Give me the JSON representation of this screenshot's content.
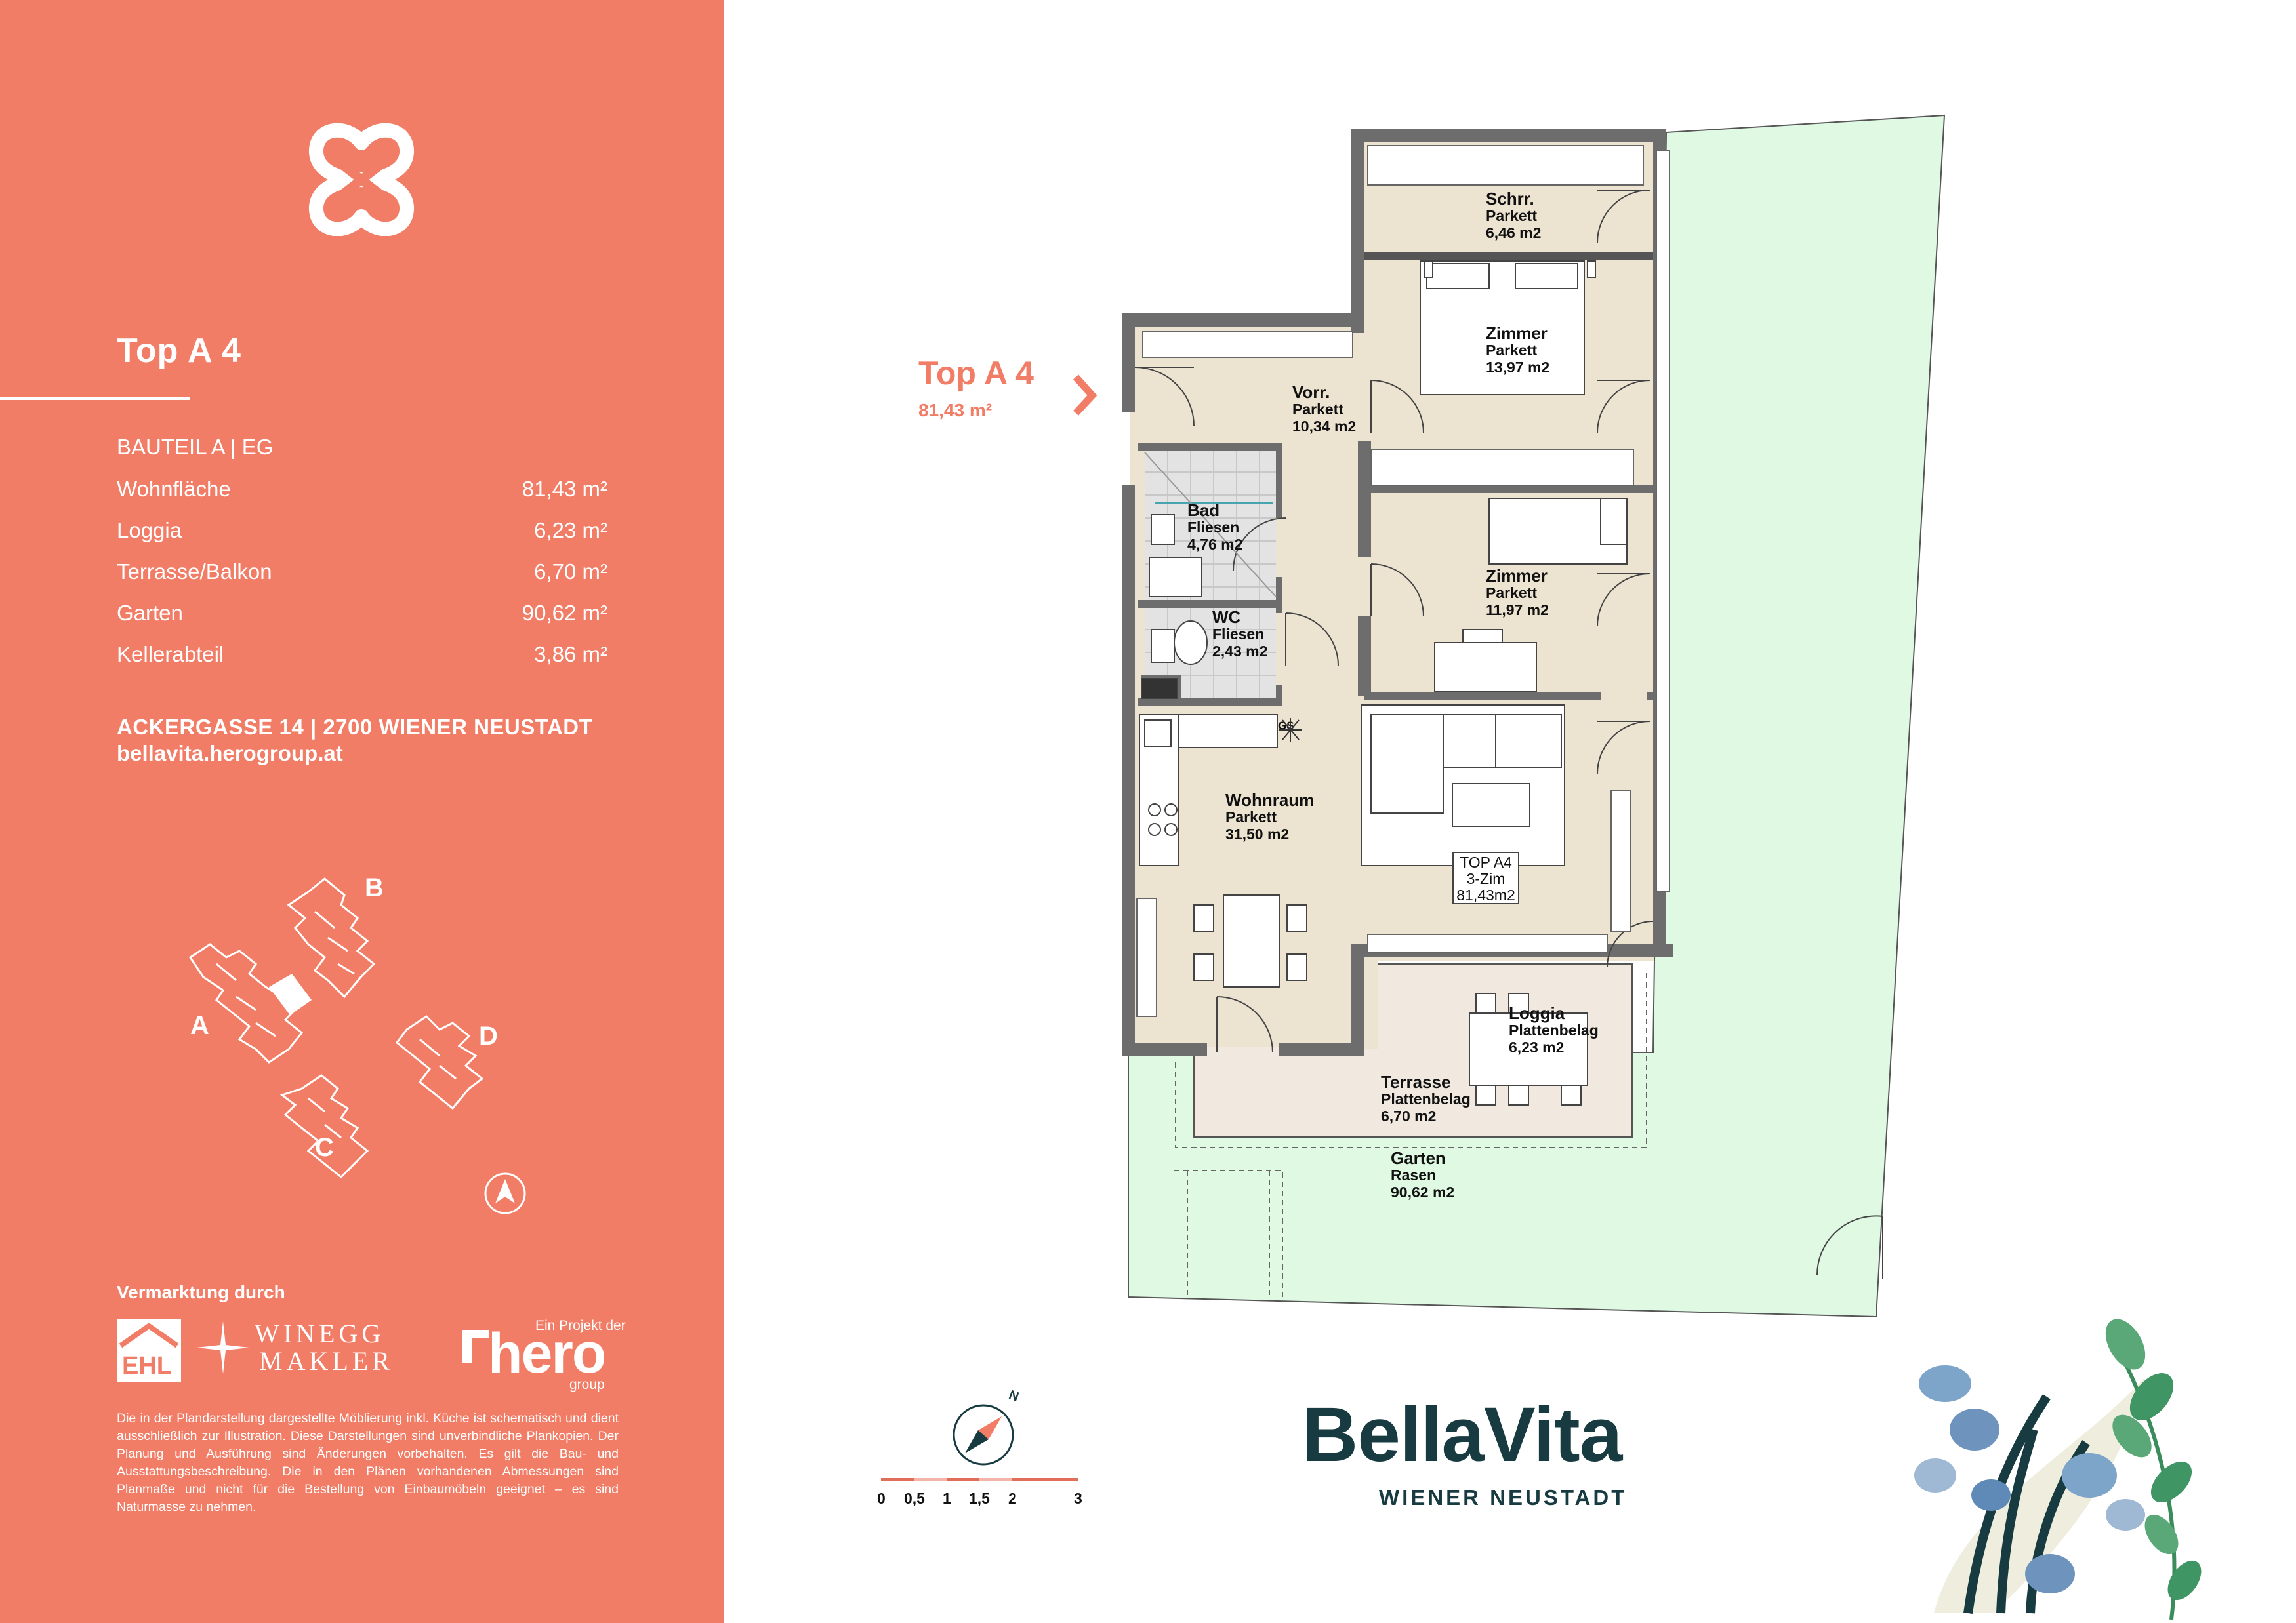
{
  "unit": {
    "title": "Top A 4",
    "bauteil": "BAUTEIL A  |  EG",
    "areas": [
      {
        "label": "Wohnfläche",
        "value": "81,43 m²"
      },
      {
        "label": "Loggia",
        "value": "6,23 m²"
      },
      {
        "label": "Terrasse/Balkon",
        "value": "6,70 m²"
      },
      {
        "label": "Garten",
        "value": "90,62 m²"
      },
      {
        "label": "Kellerabteil",
        "value": "3,86 m²"
      }
    ],
    "address": "ACKERGASSE 14  |  2700 WIENER NEUSTADT",
    "website": "bellavita.herogroup.at"
  },
  "site_plan": {
    "buildings": [
      "B",
      "A",
      "D",
      "C"
    ]
  },
  "marketing": {
    "heading": "Vermarktung durch",
    "ehl_text": "EHL",
    "winegg_line1": "WINEGG",
    "winegg_line2": "MAKLER",
    "hero_tagline": "Ein Projekt der",
    "hero_name": "hero",
    "hero_sub": "group",
    "disclaimer": "Die in der Plandarstellung dargestellte Möblierung inkl. Küche ist schematisch und dient ausschließlich zur Illustration. Diese Darstellungen sind unverbindliche Plankopien. Der Planung und Ausführung sind Änderungen vorbehalten. Es gilt die Bau- und Ausstattungsbeschreibung. Die in den Plänen vorhandenen Abmessungen sind Planmaße und nicht für die Bestellung von Einbaumöbeln geeignet – es sind Naturmasse zu nehmen."
  },
  "plan": {
    "callout_title": "Top A 4",
    "callout_area": "81,43 m²",
    "rooms": [
      {
        "name": "Schrr.",
        "floor": "Parkett",
        "area": "6,46 m2"
      },
      {
        "name": "Zimmer",
        "floor": "Parkett",
        "area": "13,97 m2"
      },
      {
        "name": "Vorr.",
        "floor": "Parkett",
        "area": "10,34 m2"
      },
      {
        "name": "Bad",
        "floor": "Fliesen",
        "area": "4,76 m2"
      },
      {
        "name": "Zimmer",
        "floor": "Parkett",
        "area": "11,97 m2"
      },
      {
        "name": "WC",
        "floor": "Fliesen",
        "area": "2,43 m2"
      },
      {
        "name": "Wohnraum",
        "floor": "Parkett",
        "area": "31,50 m2"
      },
      {
        "name": "Loggia",
        "floor": "Plattenbelag",
        "area": "6,23 m2"
      },
      {
        "name": "Terrasse",
        "floor": "Plattenbelag",
        "area": "6,70 m2"
      },
      {
        "name": "Garten",
        "floor": "Rasen",
        "area": "90,62 m2"
      }
    ],
    "top_box": {
      "line1": "TOP A4",
      "line2": "3-Zim",
      "line3": "81,43m2"
    },
    "gs_label": "GS",
    "north_label": "N",
    "scale": [
      "0",
      "0,5",
      "1",
      "1,5",
      "2",
      "3"
    ]
  },
  "brand": {
    "name": "BellaVita",
    "subtitle": "WIENER NEUSTADT"
  },
  "colors": {
    "accent": "#f27d67",
    "brand_dark": "#173b40",
    "garden": "#dff9e3",
    "floor": "#ece3d1",
    "terrace": "#f1e8e0",
    "wall": "#6d6d6d"
  }
}
